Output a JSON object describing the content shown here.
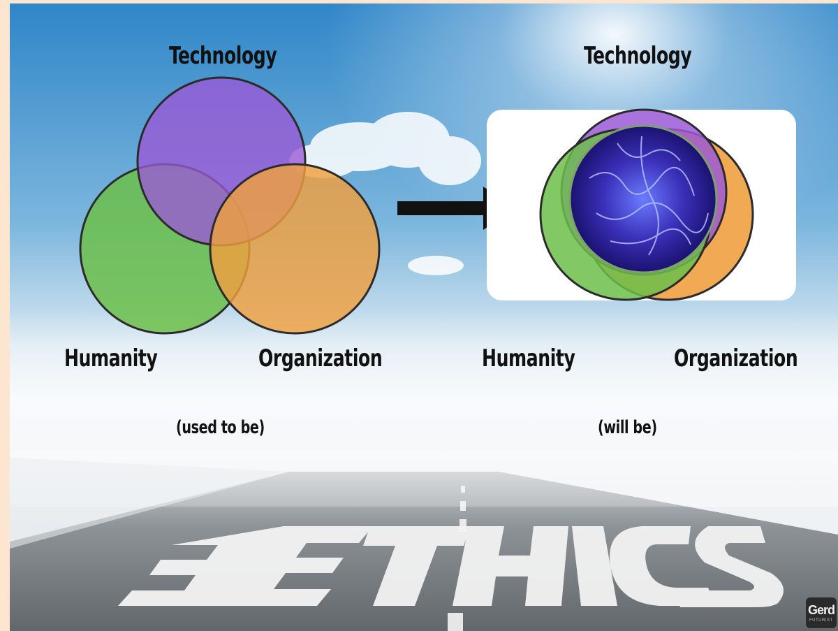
{
  "left_diagram": {
    "top_label": "Technology",
    "left_label": "Humanity",
    "right_label": "Organization",
    "caption": "(used to be)"
  },
  "right_diagram": {
    "top_label": "Technology",
    "left_label": "Humanity",
    "right_label": "Organization",
    "caption": "(will be)"
  },
  "road_text": "ETHICS",
  "logo": {
    "name": "Gerd",
    "subtitle": "FUTURIST"
  },
  "colors": {
    "technology": "#9b59d6",
    "humanity": "#6cc04a",
    "organization": "#f0a040",
    "sky_top": "#3b8fcf",
    "road": "#6f7478"
  }
}
